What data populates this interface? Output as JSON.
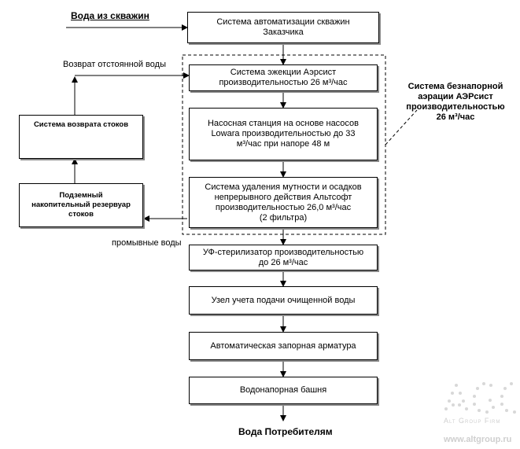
{
  "labels": {
    "water_in": "Вода из скважин",
    "return_water": "Возврат отстоянной воды",
    "wash_water": "промывные воды",
    "water_out": "Вода Потребителям",
    "aeration_group": "Система безнапорной\nаэрации АЭРсист\nпроизводительностью\n26 м³/час"
  },
  "boxes": {
    "automation": "Система автоматизации скважин\nЗаказчика",
    "ejection": "Система эжекции Аэрсист\nпроизводительностью 26 м³/час",
    "pump": "Насосная станция на основе насосов\nLowara производительностью до 33\nм³/час при напоре 48 м",
    "filter": "Система удаления мутности и осадков\nнепрерывного действия Альтсофт\nпроизводительностью 26,0 м³/час\n(2 фильтра)",
    "uv": "УФ-стерилизатор производительностью\nдо 26 м³/час",
    "meter": "Узел учета подачи очищенной воды",
    "valves": "Автоматическая запорная арматура",
    "tower": "Водонапорная башня",
    "return_system": "Система возврата стоков",
    "reservoir": "Подземный\nнакопительный резервуар\nстоков"
  },
  "watermark": {
    "brand": "Alt Group Firm",
    "url": "www.altgroup.ru"
  }
}
